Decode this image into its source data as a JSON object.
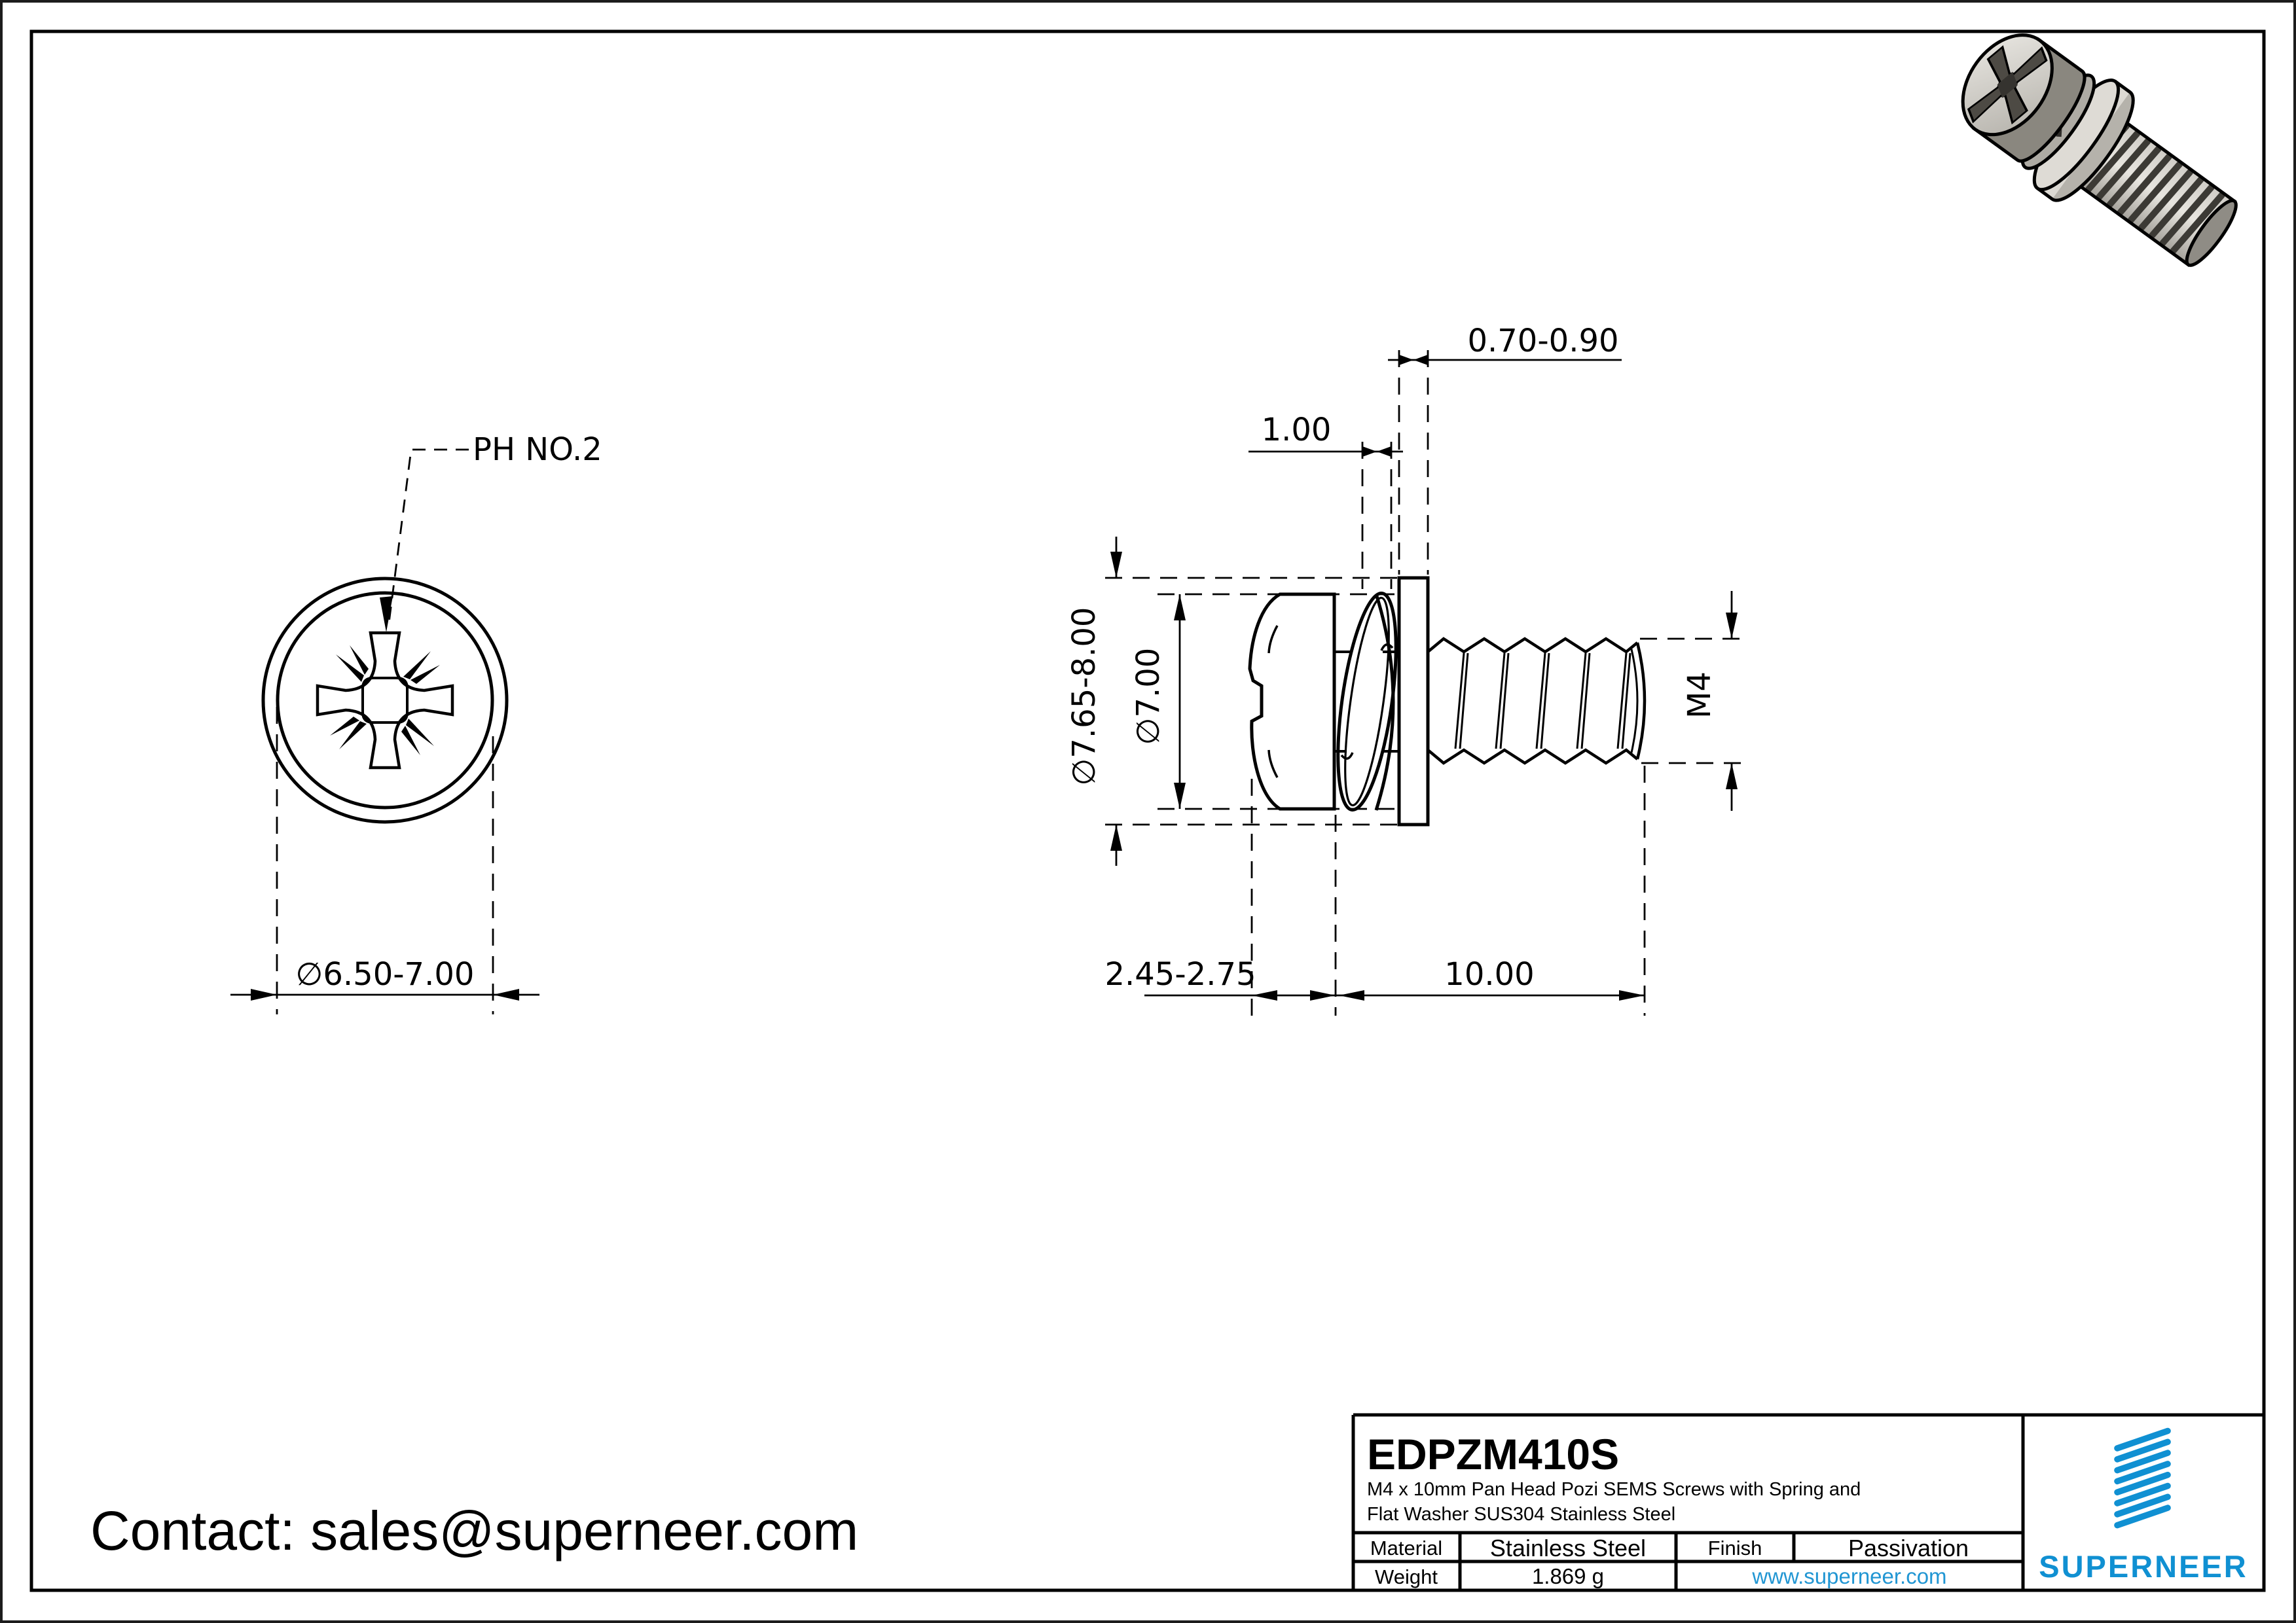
{
  "page": {
    "contact": "Contact: sales@superneer.com"
  },
  "front_view": {
    "recess_label": "PH NO.2",
    "head_diameter_dim": "∅6.50-7.00"
  },
  "side_view": {
    "flat_washer_thickness_dim": "0.70-0.90",
    "spring_washer_thickness_dim": "1.00",
    "washer_diameter_dim": "∅7.65-8.00",
    "head_diameter_dim": "∅7.00",
    "thread_size_dim": "M4",
    "head_height_dim": "2.45-2.75",
    "thread_length_dim": "10.00"
  },
  "title_block": {
    "part_number": "EDPZM410S",
    "description_line1": "M4 x 10mm Pan Head Pozi SEMS Screws with Spring and",
    "description_line2": "Flat Washer SUS304 Stainless Steel",
    "material_label": "Material",
    "material_value": "Stainless Steel",
    "finish_label": "Finish",
    "finish_value": "Passivation",
    "weight_label": "Weight",
    "weight_value": "1.869 g",
    "website": "www.superneer.com",
    "brand": "SUPERNEER",
    "brand_color": "#1090d2",
    "link_color": "#2196d3"
  }
}
